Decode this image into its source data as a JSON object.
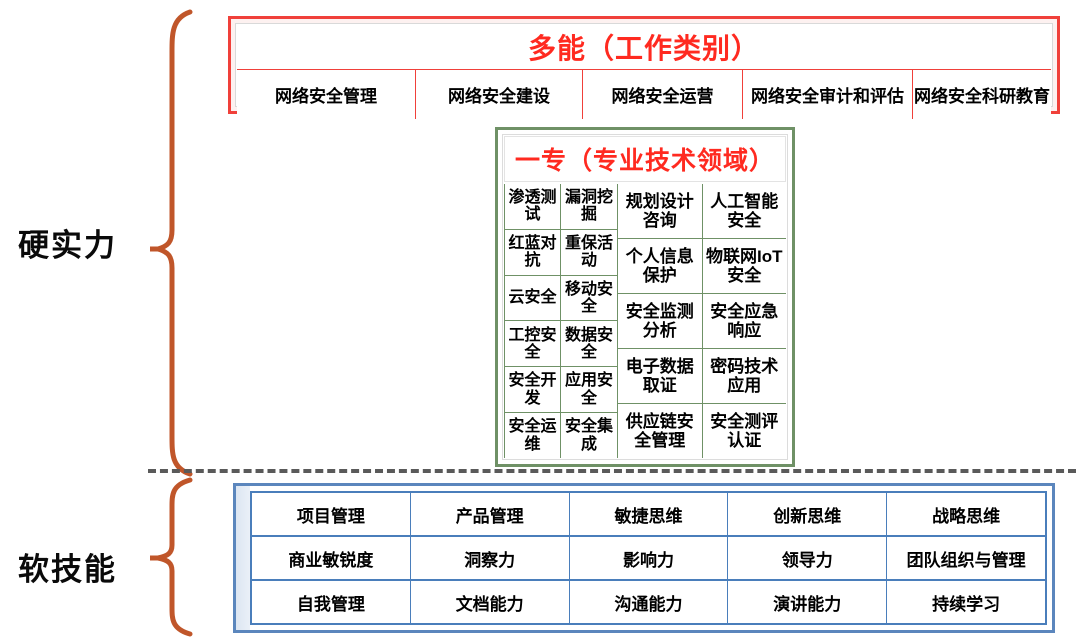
{
  "categories": {
    "hard": "硬实力",
    "soft": "软技能"
  },
  "colors": {
    "brace": "#C0562A",
    "red_accent": "#F0403A",
    "red_title_text": "#FF2A20",
    "green_accent": "#6F9166",
    "blue_accent": "#4A7EBB",
    "divider": "#5A5A5A"
  },
  "sections": {
    "multi_skill": {
      "title": "多能（工作类别）",
      "items": [
        "网络安全管理",
        "网络安全建设",
        "网络安全运营",
        "网络安全审计和评估",
        "网络安全科研教育"
      ]
    },
    "specialty": {
      "title": "一专（专业技术领域）",
      "column1": [
        "渗透测试",
        "红蓝对抗",
        "云安全",
        "工控安全",
        "安全开发",
        "安全运维"
      ],
      "column2": [
        "漏洞挖掘",
        "重保活动",
        "移动安全",
        "数据安全",
        "应用安全",
        "安全集成"
      ],
      "column3": [
        "规划设计咨询",
        "个人信息保护",
        "安全监测分析",
        "电子数据取证",
        "供应链安全管理"
      ],
      "column4": [
        "人工智能安全",
        "物联网IoT安全",
        "安全应急响应",
        "密码技术应用",
        "安全测评认证"
      ]
    },
    "soft_skills": {
      "rows": [
        [
          "项目管理",
          "产品管理",
          "敏捷思维",
          "创新思维",
          "战略思维"
        ],
        [
          "商业敏锐度",
          "洞察力",
          "影响力",
          "领导力",
          "团队组织与管理"
        ],
        [
          "自我管理",
          "文档能力",
          "沟通能力",
          "演讲能力",
          "持续学习"
        ]
      ]
    }
  }
}
